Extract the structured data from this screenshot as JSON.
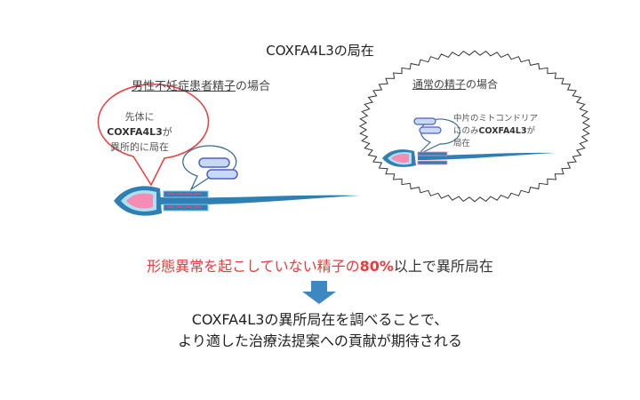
{
  "title": "COXFA4L3の局在",
  "left_panel": {
    "caption_underlined": "男性不妊症患者精子",
    "caption_rest": "の場合",
    "bubble_line1": "先体に",
    "bubble_line2_bold": "COXFA4L3",
    "bubble_line2_rest": "が",
    "bubble_line3": "異所的に局在"
  },
  "right_panel": {
    "caption_underlined": "通常の精子",
    "caption_rest": "の場合",
    "note_line1": "中片のミトコンドリア",
    "note_line2_pre": "にのみ",
    "note_line2_bold": "COXFA4L3",
    "note_line2_post": "が",
    "note_line3": "局在"
  },
  "result": {
    "text_pre": "形態異常を起こしていない精子の",
    "percent": "80%",
    "text_post": "以上で異所局在"
  },
  "conclusion": {
    "line1": "COXFA4L3の異所局在を調べることで、",
    "line2": "より適した治療法提案への貢献が期待される"
  },
  "colors": {
    "red": "#f03838",
    "sperm_blue": "#2f7fb5",
    "head_pink": "#f48cb4",
    "arrow": "#3d88c2"
  }
}
